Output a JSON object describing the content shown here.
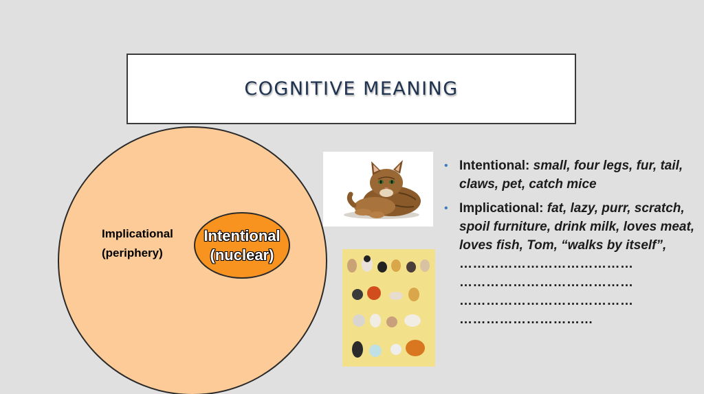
{
  "slide": {
    "title": "COGNITIVE MEANING"
  },
  "diagram": {
    "outer_label_line1": "Implicational",
    "outer_label_line2": "(periphery)",
    "inner_label_line1": "Intentional",
    "inner_label_line2": "(nuclear)",
    "colors": {
      "outer": "#fccb98",
      "inner": "#f7931e"
    }
  },
  "images": {
    "photo": "tabby-cat-photo",
    "sheet": "cartoon-cats-sheet"
  },
  "bullets": [
    {
      "term": "Intentional:",
      "text": "small, four legs, fur, tail, claws, pet, catch mice"
    },
    {
      "term": "Implicational:",
      "text": "fat, lazy, purr, scratch, spoil furniture, drink milk, loves meat, loves fish, Tom, “walks by itself”,",
      "dot_lines": [
        "…………………………………",
        "…………………………………",
        "…………………………………",
        "…………………………"
      ]
    }
  ]
}
